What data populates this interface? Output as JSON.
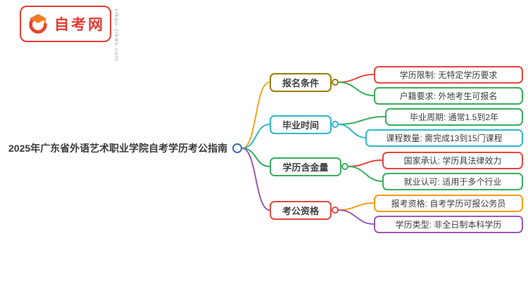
{
  "logo": {
    "site_name": "自考网",
    "site_url": "zikao-zikao.com",
    "brand_color": "#e23b33",
    "cap_color": "#f07c26"
  },
  "mindmap": {
    "root": {
      "label": "2025年广东省外语艺术职业学院自考学历考公指南",
      "node_color": "#3f6cb4"
    },
    "branches": [
      {
        "label": "报名条件",
        "color": "#9a7d0a",
        "line_color": "#f5a623",
        "children": [
          {
            "label": "学历限制: 无特定学历要求",
            "color": "#e5473f"
          },
          {
            "label": "户籍要求: 外地考生可报名",
            "color": "#3aae5f"
          }
        ]
      },
      {
        "label": "毕业时间",
        "color": "#30b8cc",
        "line_color": "#30b8cc",
        "children": [
          {
            "label": "毕业周期: 通常1.5到2年",
            "color": "#3aae5f"
          },
          {
            "label": "课程数量: 需完成13到15门课程",
            "color": "#30b8cc"
          }
        ]
      },
      {
        "label": "学历含金量",
        "color": "#3aae5f",
        "line_color": "#3aae5f",
        "children": [
          {
            "label": "国家承认: 学历具法律效力",
            "color": "#e5473f"
          },
          {
            "label": "就业认可: 适用于多个行业",
            "color": "#3aae5f"
          }
        ]
      },
      {
        "label": "考公资格",
        "color": "#e5473f",
        "line_color": "#9b59b6",
        "children": [
          {
            "label": "报考资格: 自考学历可报公务员",
            "color": "#f39c12"
          },
          {
            "label": "学历类型: 非全日制本科学历",
            "color": "#9b59b6"
          }
        ]
      }
    ]
  }
}
